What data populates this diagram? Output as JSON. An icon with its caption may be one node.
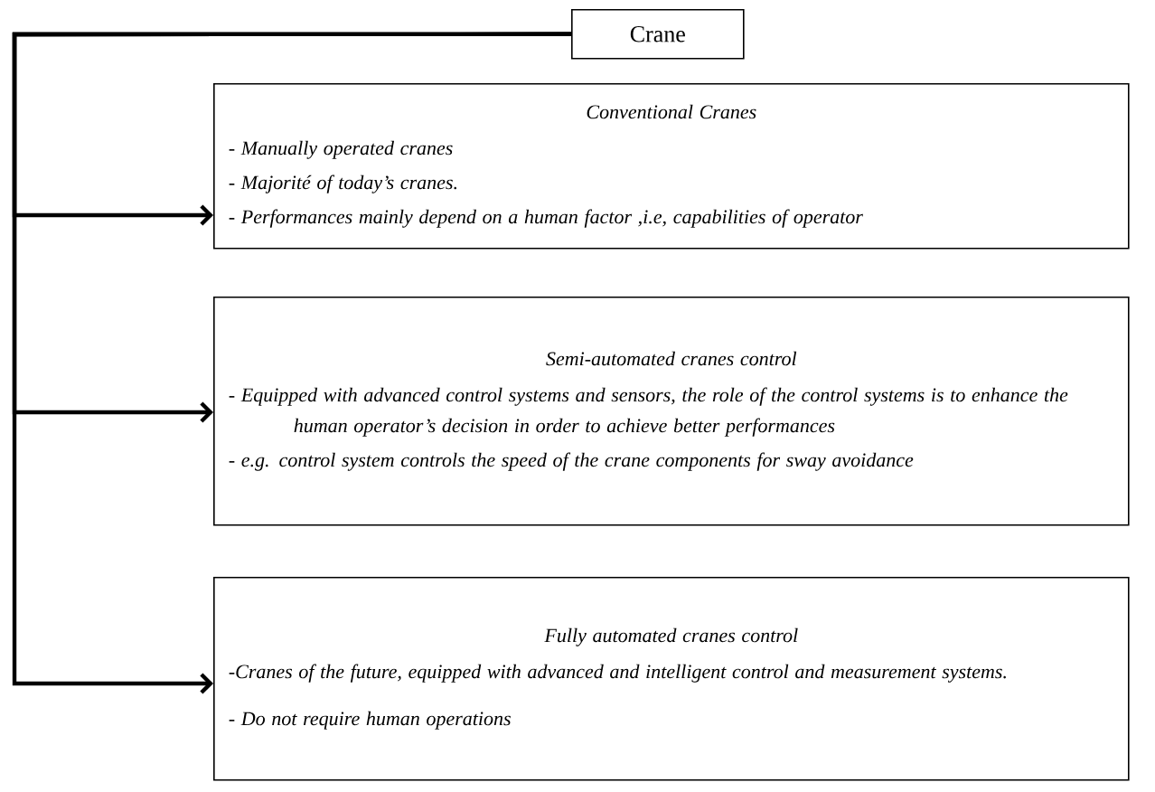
{
  "diagram": {
    "nodes": [
      {
        "text": [
          "Crane"
        ]
      },
      {
        "text": [
          "Conventional Cranes",
          "- Manually operated cranes",
          "- Majorité of today’s cranes.",
          "- Performances mainly depend on a human factor ,i.e, capabilities of operator"
        ]
      },
      {
        "text": [
          "Semi-automated cranes control",
          "- Equipped with advanced control systems and sensors, the role of the control systems is to enhance the human operator’s decision in order to achieve better performances",
          "- e.g. control system controls the speed of the crane components for sway avoidance"
        ]
      },
      {
        "text": [
          "Fully automated cranes control",
          "-Cranes of the future, equipped with advanced and intelligent control and measurement systems.",
          "- Do not require human operations"
        ]
      }
    ],
    "edges": [
      {
        "from": 0,
        "to": 1,
        "arrow": "to"
      },
      {
        "from": 0,
        "to": 2,
        "arrow": "to"
      },
      {
        "from": 0,
        "to": 3,
        "arrow": "to"
      }
    ]
  }
}
